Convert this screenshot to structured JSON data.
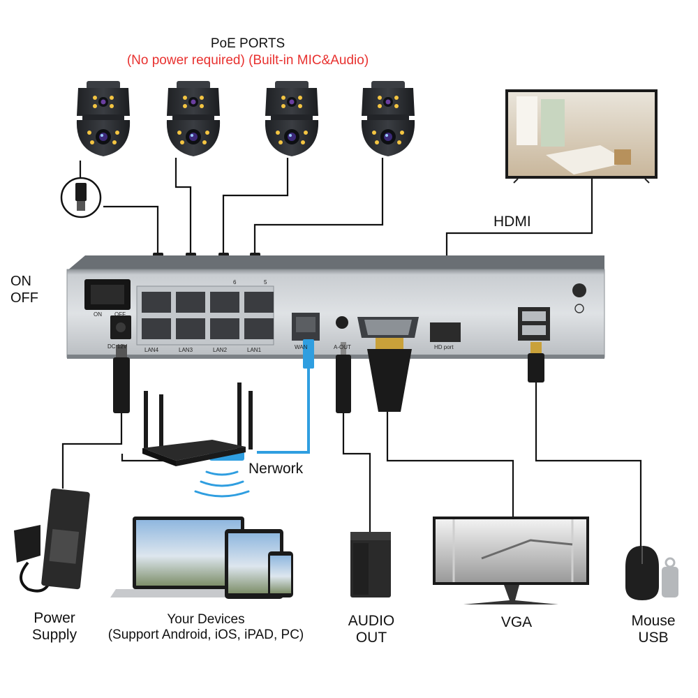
{
  "header": {
    "title": "PoE PORTS",
    "subtitle": "(No power required) (Built-in MIC&Audio)",
    "subtitle_color": "#e8312f"
  },
  "switch": {
    "on": "ON",
    "off": "OFF",
    "panel_on": "ON",
    "panel_off": "OFF",
    "dc": "DC 12V"
  },
  "ports": {
    "lan": [
      "LAN4",
      "LAN3",
      "LAN2",
      "LAN1"
    ],
    "top_numbers": [
      "6",
      "5"
    ],
    "wan": "WAN",
    "audio": "A-OUT",
    "hd": "HD port"
  },
  "connections": {
    "hdmi": "HDMI",
    "network": "Nerwork"
  },
  "devices": {
    "power": [
      "Power",
      "Supply"
    ],
    "your_devices": [
      "Your Devices",
      "(Support Android, iOS, iPAD, PC)"
    ],
    "audio_out": [
      "AUDIO",
      "OUT"
    ],
    "vga": "VGA",
    "mouse": [
      "Mouse",
      "USB"
    ]
  },
  "colors": {
    "cable": "#111111",
    "network_cable": "#2f9ee0",
    "nvr_body": "#d6dade",
    "camera": "#2b2d31",
    "accent": "#e8312f"
  },
  "icons": [
    "camera-icon",
    "tv-icon",
    "router-icon",
    "laptop-icon",
    "tablet-icon",
    "phone-icon",
    "speaker-icon",
    "monitor-icon",
    "mouse-icon",
    "usb-stick-icon",
    "power-adapter-icon",
    "wifi-icon"
  ]
}
